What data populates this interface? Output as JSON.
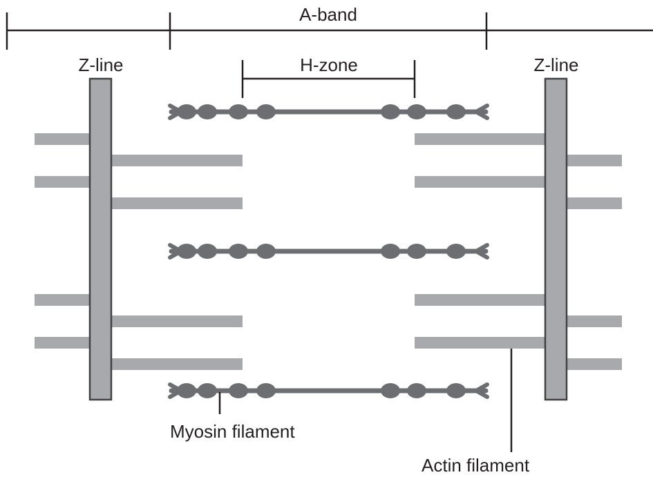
{
  "labels": {
    "a_band": "A-band",
    "h_zone": "H-zone",
    "z_line_left": "Z-line",
    "z_line_right": "Z-line",
    "myosin_filament": "Myosin filament",
    "actin_filament": "Actin filament"
  },
  "colors": {
    "z_disc_fill": "#a7a9ac",
    "z_disc_stroke": "#414042",
    "actin": "#a7a9ac",
    "myosin": "#6d6e71",
    "line": "#231f20"
  }
}
